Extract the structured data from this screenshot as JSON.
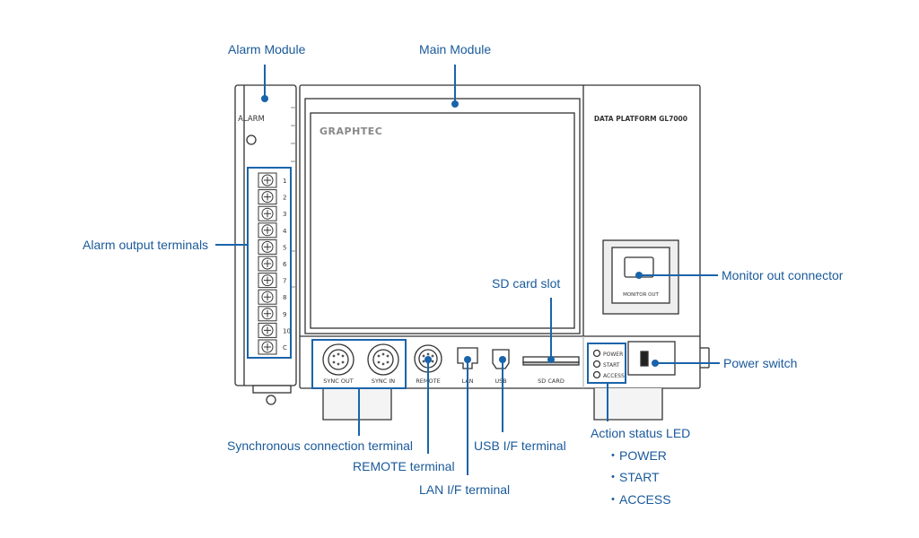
{
  "callouts": {
    "alarm_module": "Alarm Module",
    "main_module": "Main Module",
    "alarm_output_terminals": "Alarm output terminals",
    "sd_card_slot": "SD card slot",
    "monitor_out_connector": "Monitor out connector",
    "power_switch": "Power switch",
    "action_status_led": "Action status LED",
    "led_items": [
      "・POWER",
      "・START",
      "・ACCESS"
    ],
    "sync_terminal": "Synchronous connection terminal",
    "remote_terminal": "REMOTE terminal",
    "usb_terminal": "USB I/F terminal",
    "lan_terminal": "LAN I/F terminal"
  },
  "device_labels": {
    "alarm": "ALARM",
    "brand": "GRAPHTEC",
    "model": "DATA PLATFORM GL7000",
    "terminal_numbers": [
      "1",
      "2",
      "3",
      "4",
      "5",
      "6",
      "7",
      "8",
      "9",
      "10",
      "C"
    ],
    "monitor_out": "MONITOR OUT",
    "sync_out": "SYNC OUT",
    "sync_in": "SYNC IN",
    "remote": "REMOTE",
    "lan": "LAN",
    "usb": "USB",
    "sd_card": "SD CARD",
    "led_power": "POWER",
    "led_start": "START",
    "led_access": "ACCESS"
  },
  "colors": {
    "accent": "#1a64aa",
    "callout_text": "#1a5a9a",
    "outline": "#333333"
  }
}
